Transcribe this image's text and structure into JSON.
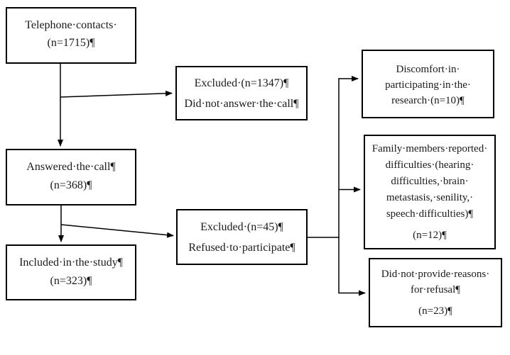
{
  "diagram": {
    "title": "Telephone recruitment flow diagram",
    "colors": {
      "line": "#000000",
      "box_border": "#000000",
      "text": "#1a1a1a",
      "background": "#ffffff"
    },
    "boxes": {
      "telephone": {
        "lines": [
          "Telephone·contacts·",
          "(n=1715)¶"
        ]
      },
      "excluded_no_answer": {
        "lines": [
          "Excluded·(n=1347)¶",
          "Did·not·answer·the·call¶"
        ]
      },
      "answered": {
        "lines": [
          "Answered·the·call¶",
          "(n=368)¶"
        ]
      },
      "excluded_refused": {
        "lines": [
          "Excluded·(n=45)¶",
          "Refused·to·participate¶"
        ]
      },
      "included": {
        "lines": [
          "Included·in·the·study¶",
          "(n=323)¶"
        ]
      },
      "discomfort": {
        "lines": [
          "Discomfort·in·",
          "participating·in·the·",
          "research·(n=10)¶"
        ]
      },
      "family_difficulties": {
        "lines": [
          "Family·members·reported·",
          "difficulties·(hearing·",
          "difficulties,·brain·",
          "metastasis,·senility,·",
          "speech·difficulties)¶",
          "(n=12)¶"
        ]
      },
      "no_reason": {
        "lines": [
          "Did·not·provide·reasons·",
          "for·refusal¶",
          "(n=23)¶"
        ]
      }
    }
  }
}
